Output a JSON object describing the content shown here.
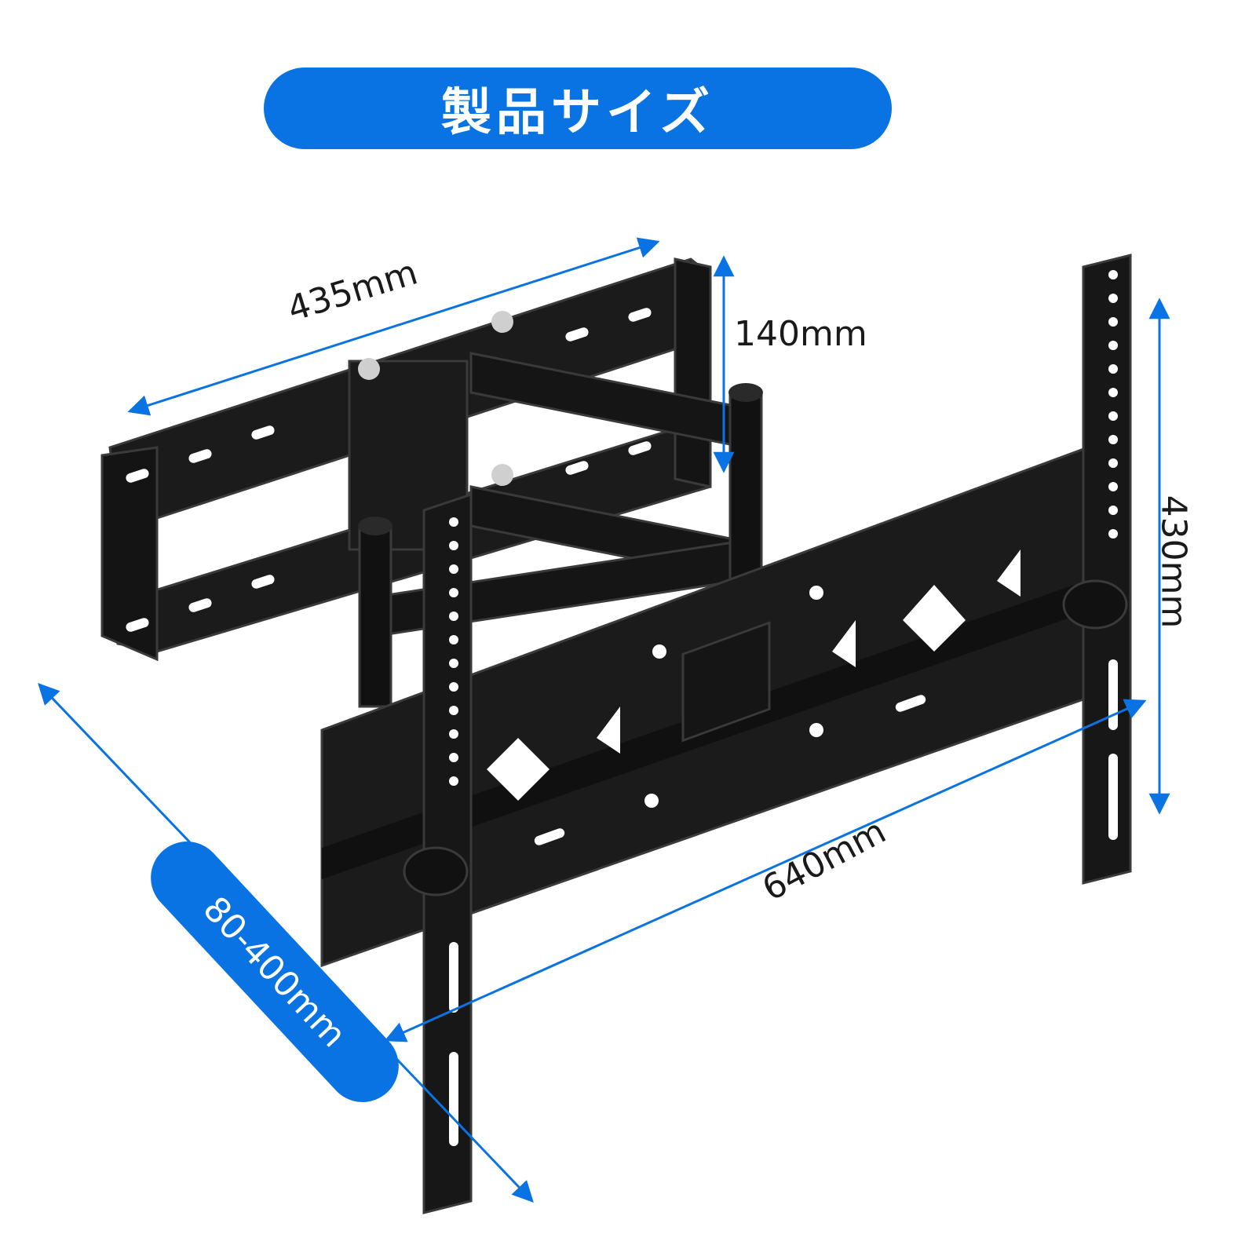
{
  "title": "製品サイズ",
  "dimensions": {
    "wall_plate_width": "435mm",
    "wall_plate_height": "140mm",
    "tv_bracket_height": "430mm",
    "tv_bracket_width": "640mm",
    "extension_depth": "80-400mm"
  },
  "colors": {
    "accent": "#0a73e4",
    "metal": "#1b1b1b",
    "metal_edge": "#3a3a3a",
    "hole": "#ffffff"
  }
}
